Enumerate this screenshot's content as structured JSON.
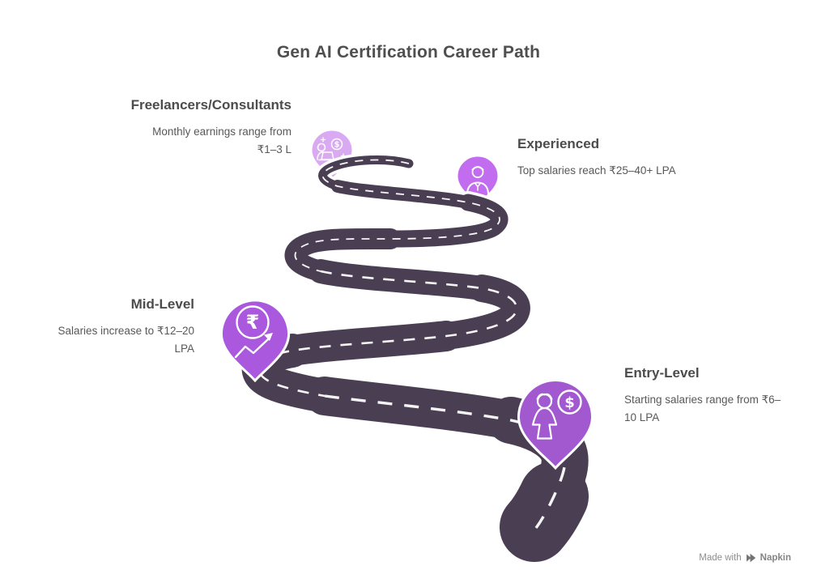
{
  "title": "Gen AI Certification Career Path",
  "milestones": [
    {
      "id": "freelancers",
      "label": "Freelancers/Consultants",
      "description": "Monthly earnings range from ₹1–3 L",
      "pin_color": "#d9a9f2",
      "pin_icon": "freelancer-laptop-dollar-icon"
    },
    {
      "id": "experienced",
      "label": "Experienced",
      "description": "Top salaries reach ₹25–40+ LPA",
      "pin_color": "#c26df0",
      "pin_icon": "professional-bust-icon"
    },
    {
      "id": "mid-level",
      "label": "Mid-Level",
      "description": "Salaries increase to ₹12–20 LPA",
      "pin_color": "#aa58de",
      "pin_icon": "rupee-coin-growth-arrow-icon"
    },
    {
      "id": "entry-level",
      "label": "Entry-Level",
      "description": "Starting salaries range from ₹6–10 LPA",
      "pin_color": "#a259cf",
      "pin_icon": "person-dollar-coin-icon"
    }
  ],
  "road": {
    "surface_color": "#4a3e53",
    "edge_color": "#ffffff",
    "center_line_color": "#ffffff"
  },
  "icon_glyphs": {
    "dollar": "$",
    "rupee": "₹"
  },
  "text_colors": {
    "title": "#4f4f4f",
    "heading": "#4c4c4c",
    "body": "#585858",
    "watermark": "#8d8d8d"
  },
  "watermark": {
    "prefix": "Made with",
    "brand": "Napkin"
  }
}
